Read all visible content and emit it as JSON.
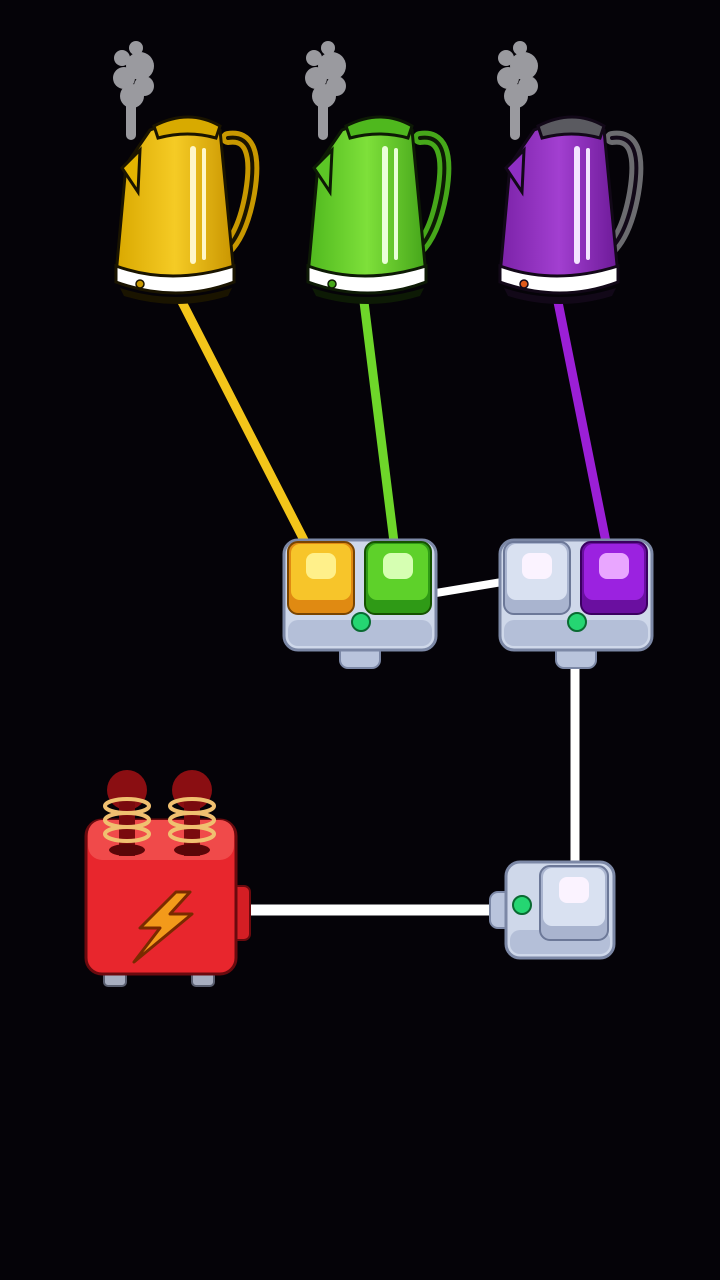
{
  "colors": {
    "background": "#050308",
    "yellow": "#f3c51a",
    "green": "#6ed62a",
    "purple": "#9b1fd6",
    "wire": "#ffffff",
    "switch_body": "#cfd8ea",
    "indicator_on": "#25d672",
    "power_red": "#e8262d",
    "bolt": "#f39a1a"
  },
  "kettles": [
    {
      "id": "yellow",
      "color": "yellow-kettle",
      "state": "steaming"
    },
    {
      "id": "green",
      "color": "green-kettle",
      "state": "steaming"
    },
    {
      "id": "purple",
      "color": "purple-kettle",
      "state": "steaming"
    }
  ],
  "switch_boxes": [
    {
      "id": "box-a",
      "buttons": [
        "yellow",
        "green"
      ],
      "indicator": "on"
    },
    {
      "id": "box-b",
      "buttons": [
        "blank",
        "purple"
      ],
      "indicator": "on"
    },
    {
      "id": "box-c",
      "buttons": [
        "blank"
      ],
      "indicator": "on"
    }
  ],
  "power_source": {
    "icon": "lightning-bolt-icon",
    "coils": 2
  }
}
